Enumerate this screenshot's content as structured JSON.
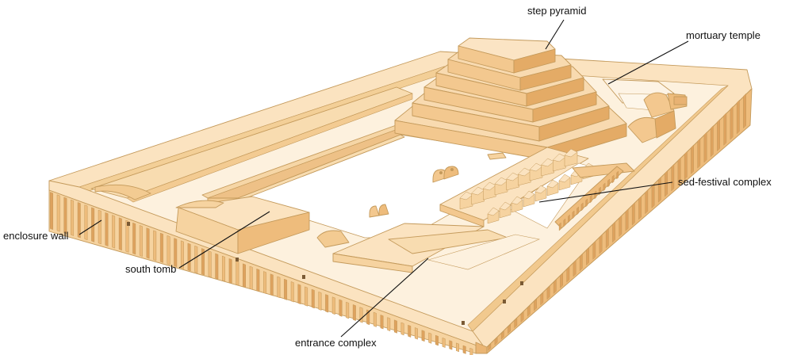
{
  "labels": {
    "step_pyramid": "step pyramid",
    "mortuary_temple": "mortuary temple",
    "sed_festival_complex": "sed-festival complex",
    "enclosure_wall": "enclosure wall",
    "south_tomb": "south tomb",
    "entrance_complex": "entrance complex"
  },
  "colors": {
    "stone_light": "#fbe3c0",
    "stone_mid": "#f6d3a0",
    "stone_dark": "#eebc7c",
    "stone_shadow": "#dea25e",
    "edge": "#c49a5b",
    "court": "#ffffff"
  }
}
